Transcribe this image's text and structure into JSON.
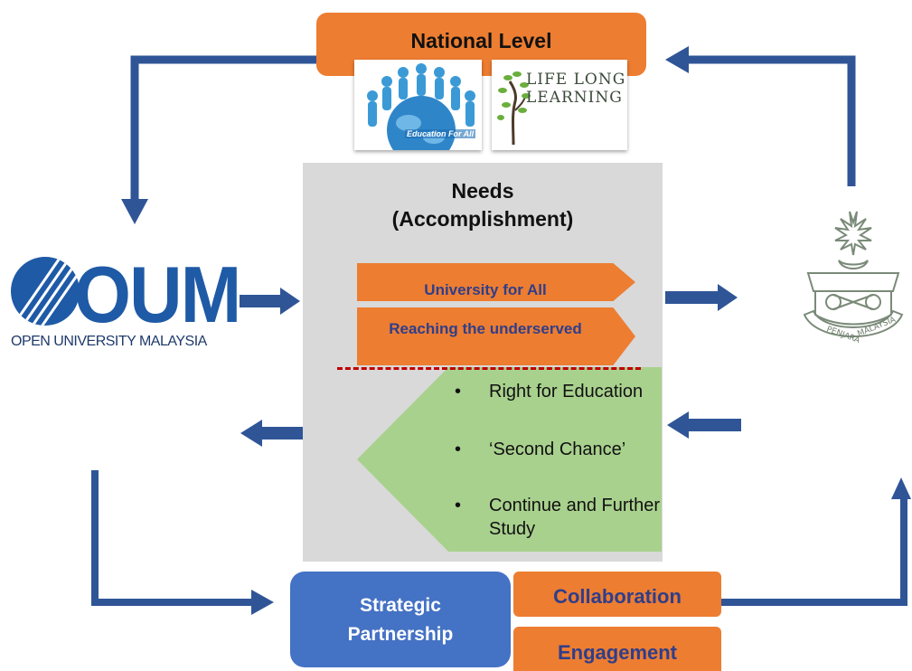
{
  "national_level": {
    "title": "National Level"
  },
  "logos": {
    "education_for_all": {
      "text": "Education For All"
    },
    "life_long_learning": {
      "line1": "LIFE LONG",
      "line2": "LEARNING"
    },
    "oum": {
      "letters": "OUM",
      "name": "OPEN UNIVERSITY MALAYSIA"
    },
    "penjara": {
      "words": [
        "PENJARA",
        "MALAYSIA"
      ]
    }
  },
  "needs": {
    "title_line1": "Needs",
    "title_line2": "(Accomplishment)",
    "chevrons": [
      "University for All",
      "Reaching the underserved"
    ],
    "bullets": [
      "Right for Education",
      "‘Second Chance’",
      "Continue and Further Study"
    ]
  },
  "partnership": {
    "line1": "Strategic",
    "line2": "Partnership"
  },
  "collaboration": "Collaboration",
  "engagement": "Engagement",
  "colors": {
    "orange": "#ED7D31",
    "blue_arrow": "#2F5597",
    "partner_blue": "#4472C4",
    "green": "#A9D18E",
    "gray_panel": "#D9D9D9",
    "dash_red": "#C00000"
  },
  "bullet_symbol": "•"
}
